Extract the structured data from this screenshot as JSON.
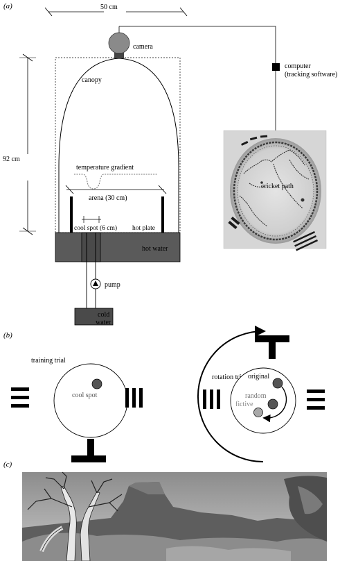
{
  "panels": {
    "a": "(a)",
    "b": "(b)",
    "c": "(c)"
  },
  "panel_a": {
    "width_label": "50 cm",
    "height_label": "92 cm",
    "camera_label": "camera",
    "canopy_label": "canopy",
    "computer_label_line1": "computer",
    "computer_label_line2": "(tracking software)",
    "temperature_gradient_label": "temperature gradient",
    "arena_label": "arena (30 cm)",
    "cool_spot_label": "cool spot (6 cm)",
    "hot_plate_label": "hot plate",
    "hot_water_label": "hot water",
    "pump_label": "pump",
    "cold_water_line1": "cold",
    "cold_water_line2": "water",
    "cricket_path_label": "cricket path"
  },
  "panel_b": {
    "training_trial_label": "training trial",
    "cool_spot_label": "cool spot",
    "rotation_trial_label": "rotation trial",
    "original_label": "original",
    "random_label": "random",
    "fictive_label": "fictive"
  },
  "colors": {
    "hot_water": "#5a5a5a",
    "cold_water": "#4a4a4a",
    "photo_bg": "#d6d6d6",
    "spot_dark": "#555555",
    "spot_light": "#a8a8a8",
    "fictive_text": "#888888"
  }
}
